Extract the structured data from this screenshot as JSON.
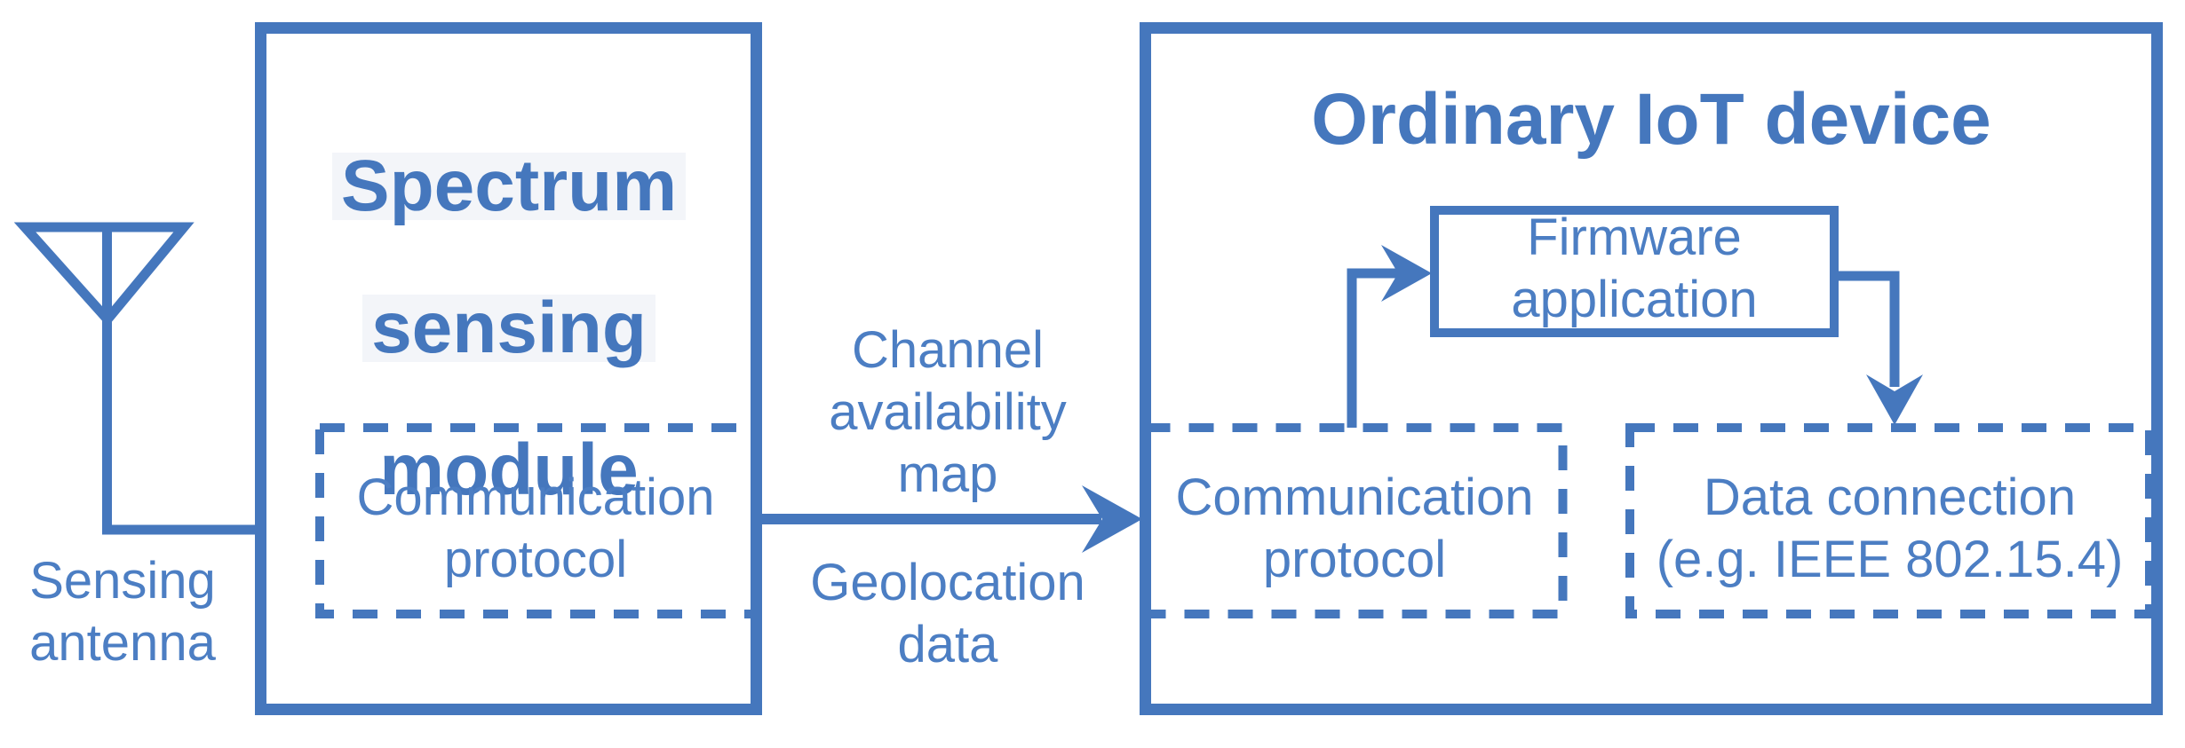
{
  "colors": {
    "accent_blue": "#4577BD",
    "text_blue": "#4C7EC3",
    "title_highlight_bg": "#F3F5F9"
  },
  "antenna": {
    "label": "Sensing\nantenna"
  },
  "spectrum_module": {
    "title_lines": [
      "Spectrum",
      "sensing",
      "module"
    ],
    "comm_protocol_label": "Communication\nprotocol"
  },
  "link_labels": {
    "above_arrow": "Channel\navailability\nmap",
    "below_arrow": "Geolocation\ndata"
  },
  "iot_device": {
    "title": "Ordinary IoT device",
    "firmware_label": "Firmware\napplication",
    "comm_protocol_label": "Communication\nprotocol",
    "data_connection_label": "Data connection\n(e.g. IEEE 802.15.4)"
  }
}
